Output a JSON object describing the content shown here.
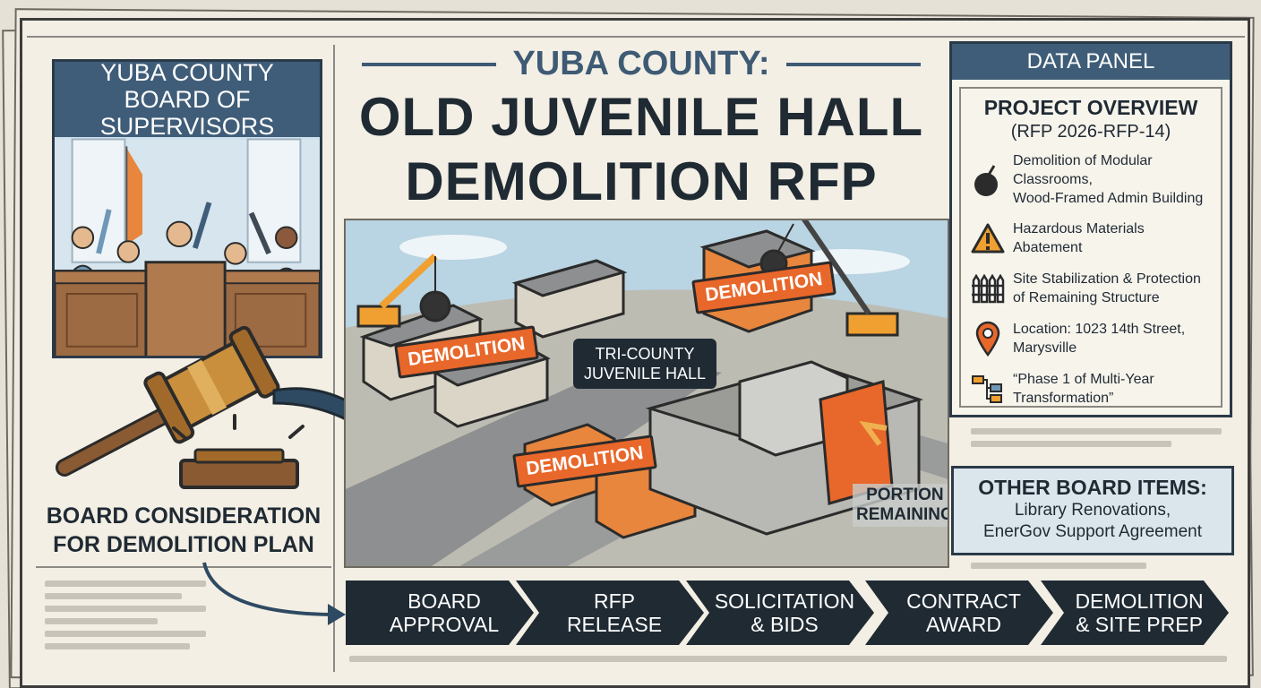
{
  "title": {
    "subtitle": "YUBA COUNTY:",
    "line1": "OLD JUVENILE HALL",
    "line2": "DEMOLITION RFP"
  },
  "board": {
    "header_line1": "YUBA COUNTY",
    "header_line2": "BOARD OF SUPERVISORS",
    "caption_line1": "BOARD CONSIDERATION",
    "caption_line2": "FOR DEMOLITION PLAN"
  },
  "map": {
    "demolition_label": "DEMOLITION",
    "center_label_line1": "TRI-COUNTY",
    "center_label_line2": "JUVENILE HALL",
    "remaining_line1": "PORTION",
    "remaining_line2": "REMAINING"
  },
  "data_panel": {
    "header": "DATA PANEL",
    "title": "PROJECT OVERVIEW",
    "rfp": "(RFP 2026-RFP-14)",
    "items": [
      {
        "icon": "wrecking-ball-icon",
        "line1": "Demolition of Modular Classrooms,",
        "line2": "Wood-Framed Admin Building"
      },
      {
        "icon": "hazard-warning-icon",
        "line1": "Hazardous Materials Abatement",
        "line2": ""
      },
      {
        "icon": "fence-icon",
        "line1": "Site Stabilization & Protection",
        "line2": "of Remaining Structure"
      },
      {
        "icon": "location-pin-icon",
        "line1": "Location: 1023 14th Street,",
        "line2": "Marysville"
      },
      {
        "icon": "flowchart-icon",
        "line1": "“Phase 1 of Multi-Year",
        "line2": "Transformation”"
      }
    ]
  },
  "other_items": {
    "header": "OTHER BOARD ITEMS:",
    "line1": "Library Renovations,",
    "line2": "EnerGov Support Agreement"
  },
  "timeline": [
    {
      "line1": "BOARD",
      "line2": "APPROVAL"
    },
    {
      "line1": "RFP",
      "line2": "RELEASE"
    },
    {
      "line1": "SOLICITATION",
      "line2": "& BIDS"
    },
    {
      "line1": "CONTRACT",
      "line2": "AWARD"
    },
    {
      "line1": "DEMOLITION",
      "line2": "& SITE PREP"
    }
  ],
  "colors": {
    "navy": "#1f2a33",
    "slate_blue": "#3f5d78",
    "demolition_orange": "#e8672a",
    "paper": "#f3efe5"
  }
}
